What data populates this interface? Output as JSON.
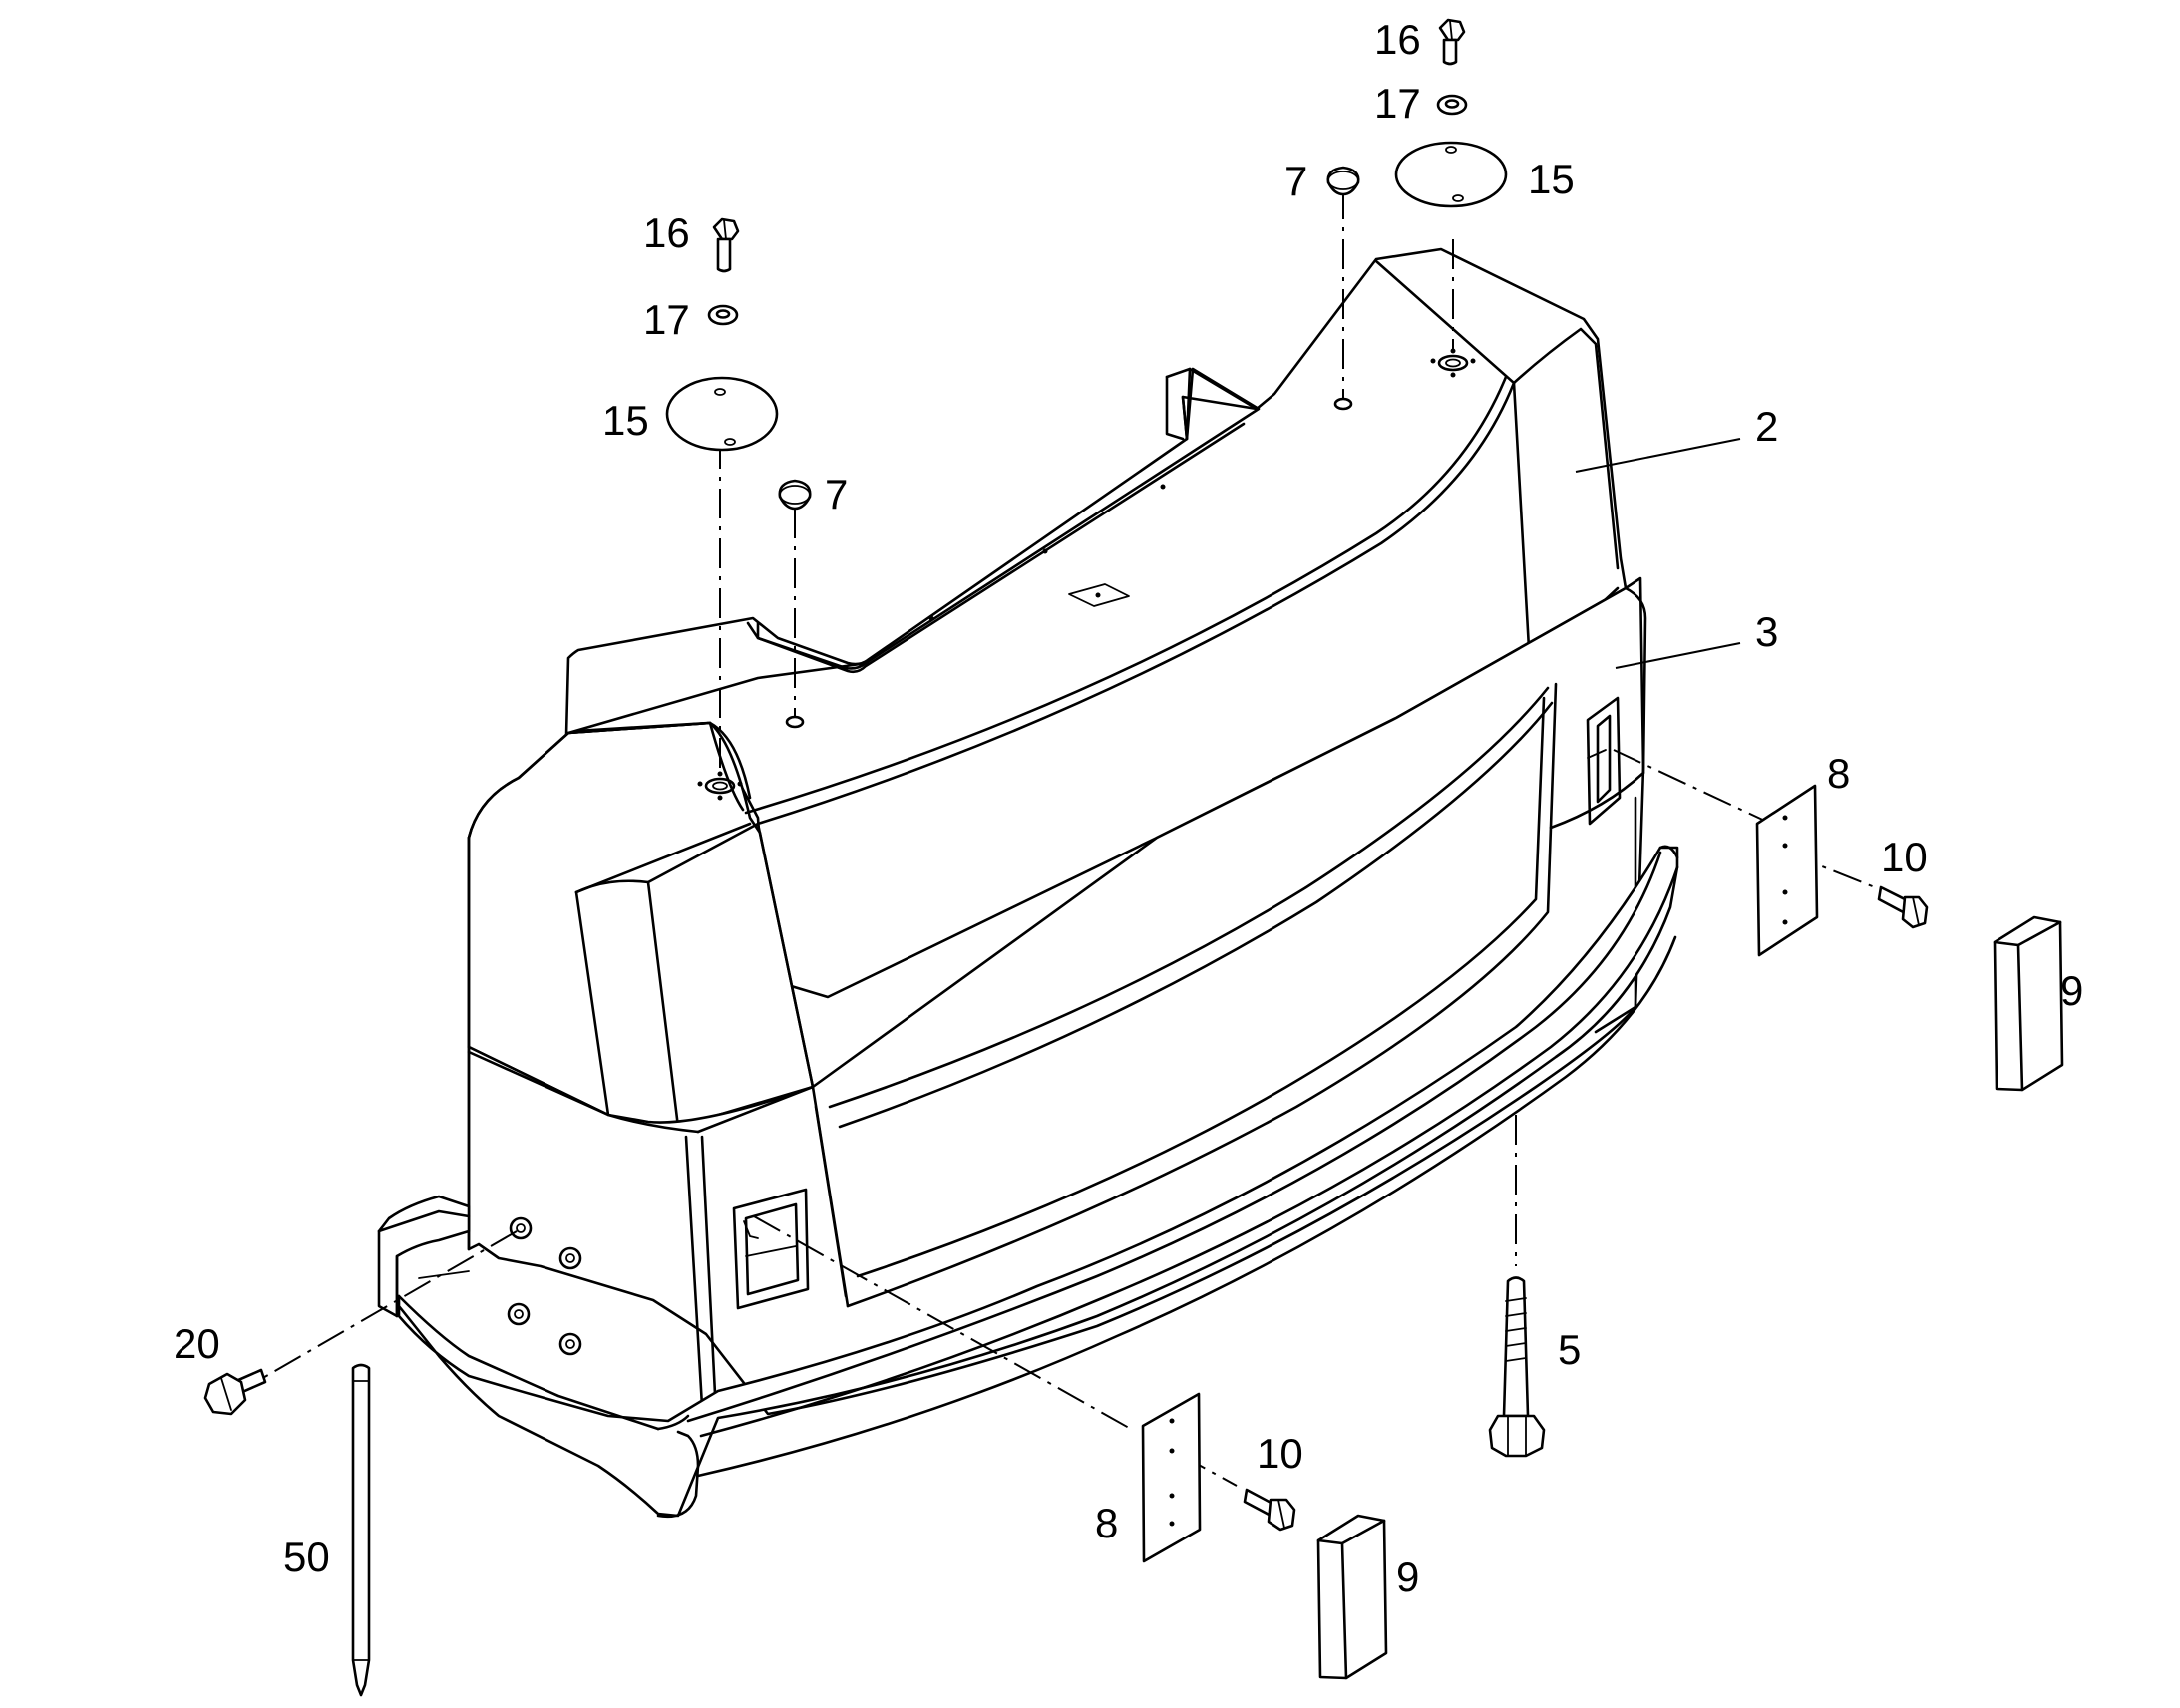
{
  "callouts": {
    "c2": "2",
    "c3": "3",
    "c5": "5",
    "c7a": "7",
    "c7b": "7",
    "c8a": "8",
    "c8b": "8",
    "c9a": "9",
    "c9b": "9",
    "c10a": "10",
    "c10b": "10",
    "c15a": "15",
    "c15b": "15",
    "c16a": "16",
    "c16b": "16",
    "c17a": "17",
    "c17b": "17",
    "c20": "20",
    "c50": "50"
  },
  "colors": {
    "line": "#000000",
    "background": "#ffffff"
  }
}
